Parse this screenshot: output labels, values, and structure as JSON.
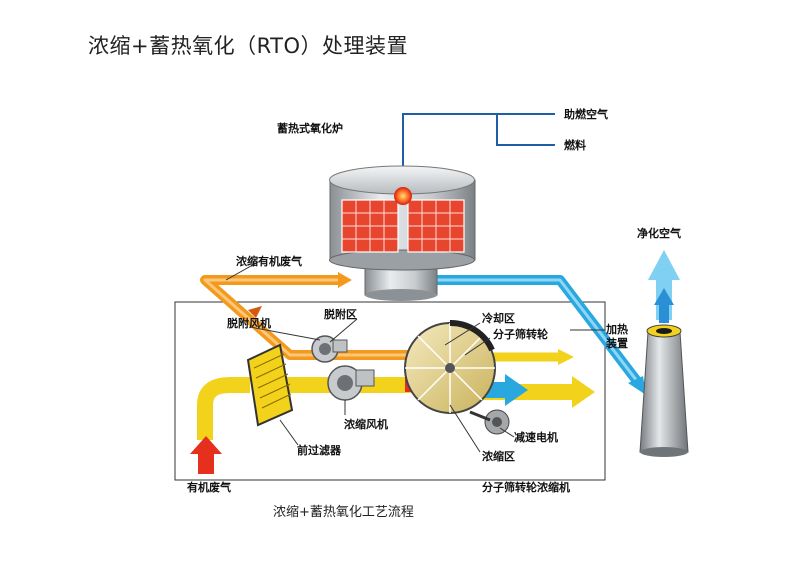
{
  "title": "浓缩+蓄热氧化（RTO）处理装置",
  "caption": "浓缩+蓄热氧化工艺流程",
  "labels": {
    "rto_furnace": "蓄热式氧化炉",
    "combustion_air": "助燃空气",
    "fuel": "燃料",
    "concentrated_organic_gas": "浓缩有机废气",
    "clean_air": "净化空气",
    "desorption_fan": "脱附风机",
    "desorption_zone": "脱附区",
    "cooling_zone": "冷却区",
    "molecular_sieve_wheel": "分子筛转轮",
    "heating_device_1": "加热",
    "heating_device_2": "装置",
    "concentration_fan": "浓缩风机",
    "reduction_motor": "减速电机",
    "pre_filter": "前过滤器",
    "concentration_zone": "浓缩区",
    "organic_waste_gas": "有机废气",
    "wheel_concentrator": "分子筛转轮浓缩机"
  },
  "colors": {
    "orange_flow": "#f39a1e",
    "blue_flow": "#29a8e0",
    "yellow_flow": "#f2d21a",
    "red_inlet": "#e5301e",
    "grid_red": "#e8452f",
    "flame": "#ff5a1e"
  }
}
